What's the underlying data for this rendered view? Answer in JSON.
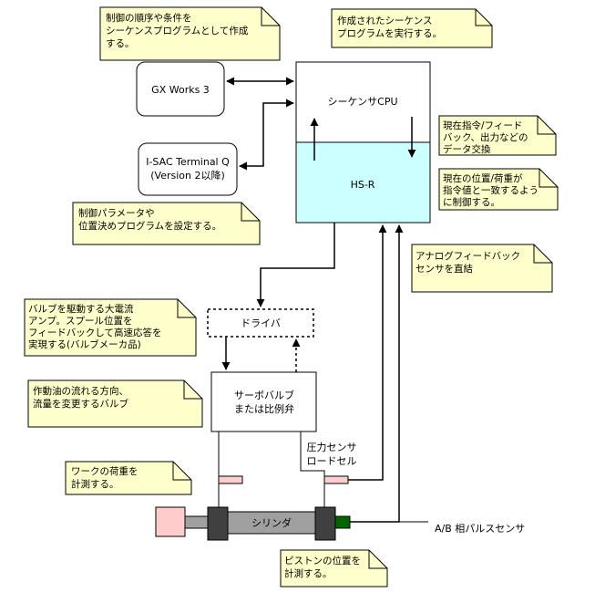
{
  "notes": {
    "sequence_program": [
      "制御の順序や条件を",
      "シーケンスプログラムとして作成",
      "する。"
    ],
    "execute_program": [
      "作成されたシーケンス",
      "プログラムを実行する。"
    ],
    "data_exchange": [
      "現在指令/フィード",
      "バック、出力などの",
      "データ交換"
    ],
    "control_match": [
      "現在の位置/荷重が",
      "指令値と一致するよう",
      "に制御する。"
    ],
    "param_setting": [
      "制御パラメータや",
      "位置決めプログラムを設定する。"
    ],
    "analog_feedback": [
      "アナログフィードバック",
      "センサを直結"
    ],
    "amplifier": [
      "バルブを駆動する大電流",
      "アンプ。スプール位置を",
      "フィードバックして高速応答を",
      "実現する(バルブメーカ品)"
    ],
    "valve_function": [
      "作動油の流れる方向、",
      "流量を変更するバルブ"
    ],
    "load_measure": [
      "ワークの荷重を",
      "計測する。"
    ],
    "piston_measure": [
      "ピストンの位置を",
      "計測する。"
    ]
  },
  "boxes": {
    "gx_works": "GX Works 3",
    "terminal": [
      "I-SAC Terminal Q",
      "(Version 2以降)"
    ],
    "cpu": "シーケンサCPU",
    "hsr": "HS-R",
    "driver": "ドライバ",
    "servo_valve": [
      "サーボバルブ",
      "または比例弁"
    ],
    "cylinder": "シリンダ"
  },
  "labels": {
    "pressure_sensor": [
      "圧力センサ",
      "ロードセル"
    ],
    "pulse_sensor": "A/B 相パルスセンサ"
  },
  "colors": {
    "note_fill": "#ffffcc",
    "hsr_fill": "#ccffff",
    "cylinder_body": "#a0a0a0",
    "end_cap": "#404040",
    "load_fill": "#ffcccc",
    "sensor_fill": "#006600"
  }
}
